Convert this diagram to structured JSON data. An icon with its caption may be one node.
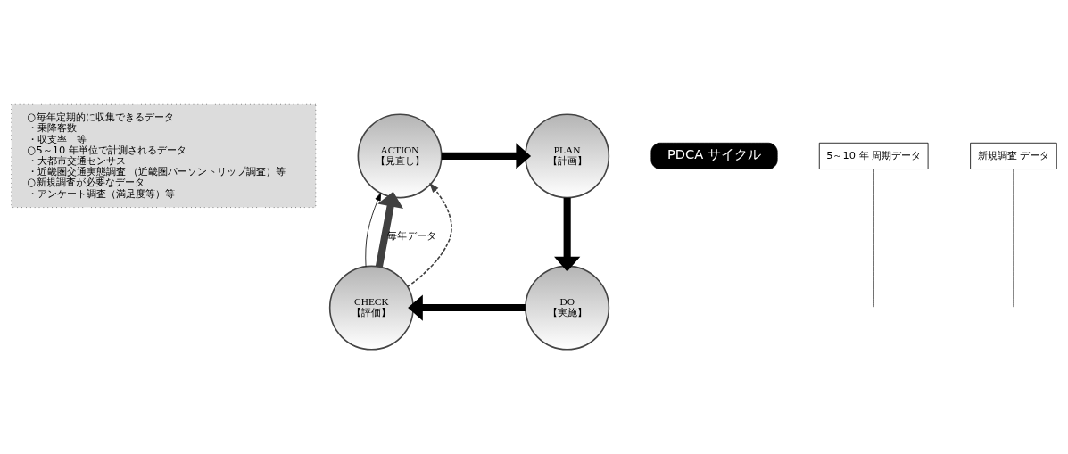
{
  "diagram": {
    "nodes": [
      {
        "text": [
          "○毎年定期的に収集できるデータ",
          "・乗降客数",
          "・収支率　等",
          "○5～10 年単位で計測されるデータ",
          "・大都市交通センサス",
          "・近畿圏交通実態調査 （近畿圏パーソントリップ調査）等",
          "○新規調査が必要なデータ",
          "・アンケート調査（満足度等）等"
        ]
      },
      {
        "text": [
          "ACTION",
          "【見直し】"
        ]
      },
      {
        "text": [
          "PLAN",
          "【計画】"
        ]
      },
      {
        "text": [
          "DO",
          "【実施】"
        ]
      },
      {
        "text": [
          "CHECK",
          "【評価】"
        ]
      },
      {
        "text": [
          "PDCA サイクル"
        ]
      },
      {
        "text": [
          "5～10 年 周期データ"
        ]
      },
      {
        "text": [
          "新規調査 データ"
        ]
      }
    ],
    "edges": [
      {
        "from": 1,
        "to": 2,
        "arrow": "to",
        "style": "thick"
      },
      {
        "from": 2,
        "to": 3,
        "arrow": "to",
        "style": "thick"
      },
      {
        "from": 3,
        "to": 4,
        "arrow": "to",
        "style": "thick"
      },
      {
        "from": 4,
        "to": 1,
        "arrow": "to"
      },
      {
        "from": 4,
        "to": 1,
        "arrow": "to",
        "label": "毎年データ",
        "style": "thick",
        "color": "#404040"
      },
      {
        "from": 4,
        "to": 1,
        "arrow": "to",
        "style": "dashed",
        "color": "#404040"
      },
      {
        "from": 6,
        "to": null,
        "arrow": "none"
      },
      {
        "from": 7,
        "to": null,
        "arrow": "none"
      }
    ]
  }
}
